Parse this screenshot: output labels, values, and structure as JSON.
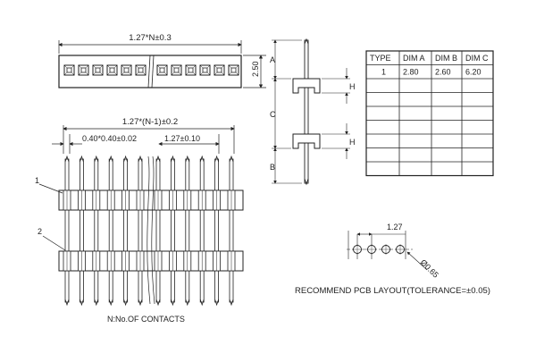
{
  "top_view": {
    "width_label": "1.27*N±0.3",
    "height_label": "2.50"
  },
  "front_view": {
    "pitch_total_label": "1.27*(N-1)±0.2",
    "pin_size_label": "0.40*0.40±0.02",
    "pitch_label": "1.27±0.10",
    "callout_1": "1",
    "callout_2": "2",
    "note": "N:No.OF  CONTACTS"
  },
  "side_view": {
    "dim_a": "A",
    "dim_b": "B",
    "dim_c": "C",
    "dim_h_upper": "H",
    "dim_h_lower": "H"
  },
  "spec_table": {
    "headers": [
      "TYPE",
      "DIM A",
      "DIM B",
      "DIM C"
    ],
    "rows": [
      [
        "1",
        "2.80",
        "2.60",
        "6.20"
      ],
      [
        "",
        "",
        "",
        ""
      ],
      [
        "",
        "",
        "",
        ""
      ],
      [
        "",
        "",
        "",
        ""
      ],
      [
        "",
        "",
        "",
        ""
      ],
      [
        "",
        "",
        "",
        ""
      ],
      [
        "",
        "",
        "",
        ""
      ],
      [
        "",
        "",
        "",
        ""
      ]
    ]
  },
  "pcb_layout": {
    "pitch_label": "1.27",
    "hole_label": "Ø0.65",
    "caption": "RECOMMEND  PCB  LAYOUT(TOLERANCE=±0.05)"
  }
}
